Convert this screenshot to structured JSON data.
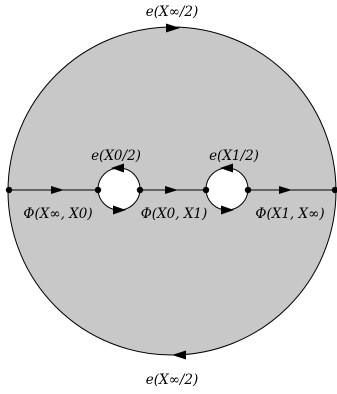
{
  "labels": {
    "top": "e(X∞/2)",
    "bottom": "e(X∞/2)",
    "hole0": "e(X0/2)",
    "hole1": "e(X1/2)",
    "path_left": "Φ(X∞, X0)",
    "path_mid": "Φ(X0, X1)",
    "path_right": "Φ(X1, X∞)"
  },
  "colors": {
    "fill": "#c8c8c8",
    "stroke": "#000000",
    "hole_fill": "#ffffff"
  }
}
